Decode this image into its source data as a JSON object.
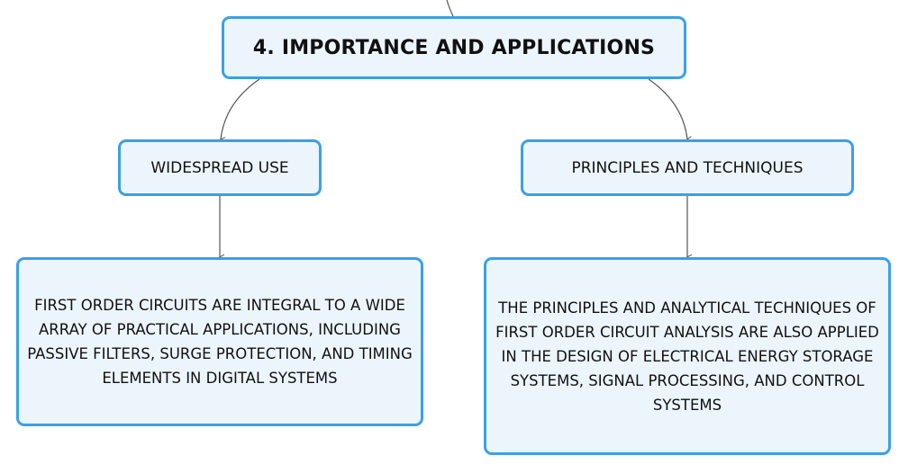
{
  "diagram": {
    "root": {
      "label": "4. IMPORTANCE AND APPLICATIONS"
    },
    "branches": [
      {
        "label": "WIDESPREAD USE",
        "detail": "FIRST ORDER CIRCUITS ARE INTEGRAL TO A WIDE ARRAY OF PRACTICAL APPLICATIONS, INCLUDING PASSIVE FILTERS, SURGE PROTECTION, AND TIMING ELEMENTS IN DIGITAL SYSTEMS"
      },
      {
        "label": "PRINCIPLES AND TECHNIQUES",
        "detail": "THE PRINCIPLES AND ANALYTICAL TECHNIQUES OF FIRST ORDER CIRCUIT ANALYSIS ARE ALSO APPLIED IN THE DESIGN OF ELECTRICAL ENERGY STORAGE SYSTEMS, SIGNAL PROCESSING, AND CONTROL SYSTEMS"
      }
    ],
    "colors": {
      "node_border": "#3aa0e8",
      "node_fill": "#edf5fc",
      "connector": "#555555",
      "text": "#111111"
    }
  }
}
